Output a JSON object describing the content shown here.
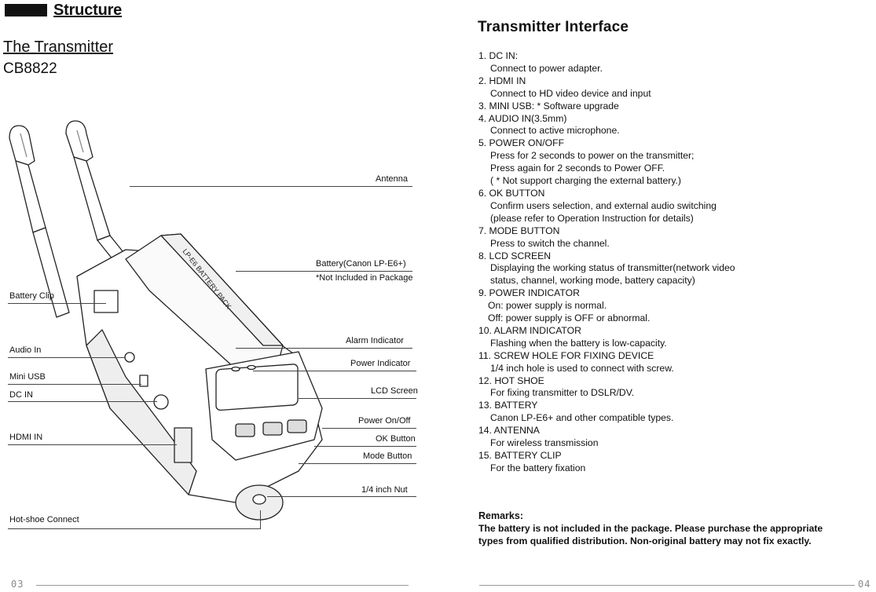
{
  "left_page": {
    "section_title": "Structure",
    "sub_title": "The Transmitter",
    "model": "CB8822",
    "battery_label": "LP-E6 BATTERY PACK",
    "callouts": {
      "antenna": "Antenna",
      "battery": "Battery(Canon LP-E6+)",
      "battery_note": "*Not Included in Package",
      "battery_clip": "Battery Clip",
      "alarm_indicator": "Alarm Indicator",
      "power_indicator": "Power Indicator",
      "audio_in": "Audio In",
      "mini_usb": "Mini USB",
      "dc_in": "DC IN",
      "lcd_screen": "LCD Screen",
      "power_onoff": "Power On/Off",
      "hdmi_in": "HDMI IN",
      "ok_button": "OK Button",
      "mode_button": "Mode Button",
      "inch_nut": "1/4 inch Nut",
      "hot_shoe": "Hot-shoe Connect"
    },
    "page_number": "03"
  },
  "right_page": {
    "title": "Transmitter Interface",
    "items": [
      {
        "title": "1. DC IN:",
        "desc": [
          "Connect to power adapter."
        ]
      },
      {
        "title": "2. HDMI IN",
        "desc": [
          "Connect to HD video device and input"
        ]
      },
      {
        "title": "3. MINI USB: * Software upgrade",
        "desc": []
      },
      {
        "title": "4. AUDIO IN(3.5mm)",
        "desc": [
          "Connect to active microphone."
        ]
      },
      {
        "title": "5. POWER ON/OFF",
        "desc": [
          "Press for 2 seconds to power on the transmitter;",
          "Press again for 2 seconds to Power OFF.",
          "( * Not support charging the external battery.)"
        ]
      },
      {
        "title": "6. OK BUTTON",
        "desc": [
          "Confirm users selection, and external audio switching",
          "(please refer to Operation Instruction for details)"
        ]
      },
      {
        "title": "7. MODE BUTTON",
        "desc": [
          "Press to switch the channel."
        ]
      },
      {
        "title": "8. LCD  SCREEN",
        "desc": [
          "Displaying the working status of transmitter(network video",
          "status, channel, working mode, battery capacity)"
        ]
      },
      {
        "title": "9. POWER INDICATOR",
        "desc_nd": [
          "On: power supply is normal.",
          "Off: power supply is OFF or abnormal."
        ]
      },
      {
        "title": "10. ALARM INDICATOR",
        "desc": [
          "Flashing when the battery is  low-capacity."
        ]
      },
      {
        "title": "11. SCREW HOLE FOR FIXING DEVICE",
        "desc": [
          "1/4 inch hole is used to connect with screw."
        ]
      },
      {
        "title": "12. HOT SHOE",
        "desc": [
          "For fixing transmitter to DSLR/DV."
        ]
      },
      {
        "title": "13. BATTERY",
        "desc": [
          "Canon LP-E6+ and other compatible types."
        ]
      },
      {
        "title": "14. ANTENNA",
        "desc": [
          "For wireless transmission"
        ]
      },
      {
        "title": "15. BATTERY CLIP",
        "desc": [
          "For the battery fixation"
        ]
      }
    ],
    "remarks_title": "Remarks:",
    "remarks_text": "The battery is not included in the package. Please purchase the appropriate types from qualified distribution.  Non-original battery may not fix exactly.",
    "page_number": "04"
  }
}
